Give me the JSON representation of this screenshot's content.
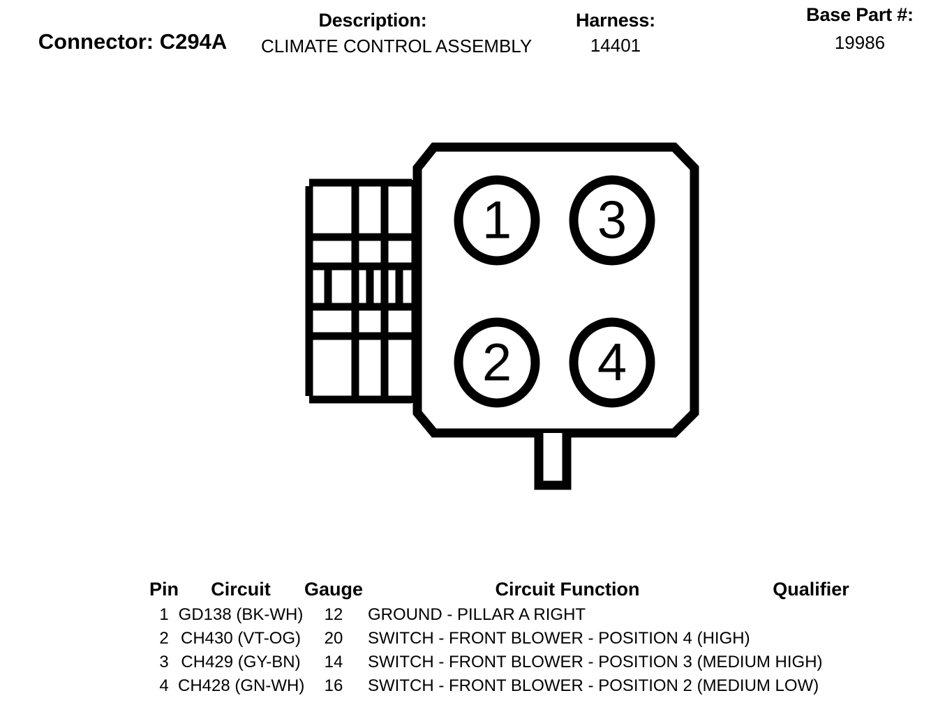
{
  "header": {
    "connector_title": "Connector: C294A",
    "description_label": "Description:",
    "description_value": "CLIMATE CONTROL ASSEMBLY",
    "harness_label": "Harness:",
    "harness_value": "14401",
    "base_part_label": "Base Part #:",
    "base_part_value": "19986"
  },
  "connector": {
    "pin_labels": [
      "1",
      "2",
      "3",
      "4"
    ],
    "stroke_color": "#000000",
    "fill_color": "#ffffff"
  },
  "pin_table": {
    "columns": {
      "pin": "Pin",
      "circuit": "Circuit",
      "gauge": "Gauge",
      "function": "Circuit Function",
      "qualifier": "Qualifier"
    },
    "rows": [
      {
        "pin": "1",
        "circuit": "GD138 (BK-WH)",
        "gauge": "12",
        "function": "GROUND - PILLAR A RIGHT",
        "qualifier": ""
      },
      {
        "pin": "2",
        "circuit": "CH430 (VT-OG)",
        "gauge": "20",
        "function": "SWITCH - FRONT BLOWER - POSITION 4 (HIGH)",
        "qualifier": ""
      },
      {
        "pin": "3",
        "circuit": "CH429 (GY-BN)",
        "gauge": "14",
        "function": "SWITCH - FRONT BLOWER - POSITION 3 (MEDIUM HIGH)",
        "qualifier": ""
      },
      {
        "pin": "4",
        "circuit": "CH428 (GN-WH)",
        "gauge": "16",
        "function": "SWITCH - FRONT BLOWER - POSITION 2 (MEDIUM LOW)",
        "qualifier": ""
      }
    ]
  }
}
